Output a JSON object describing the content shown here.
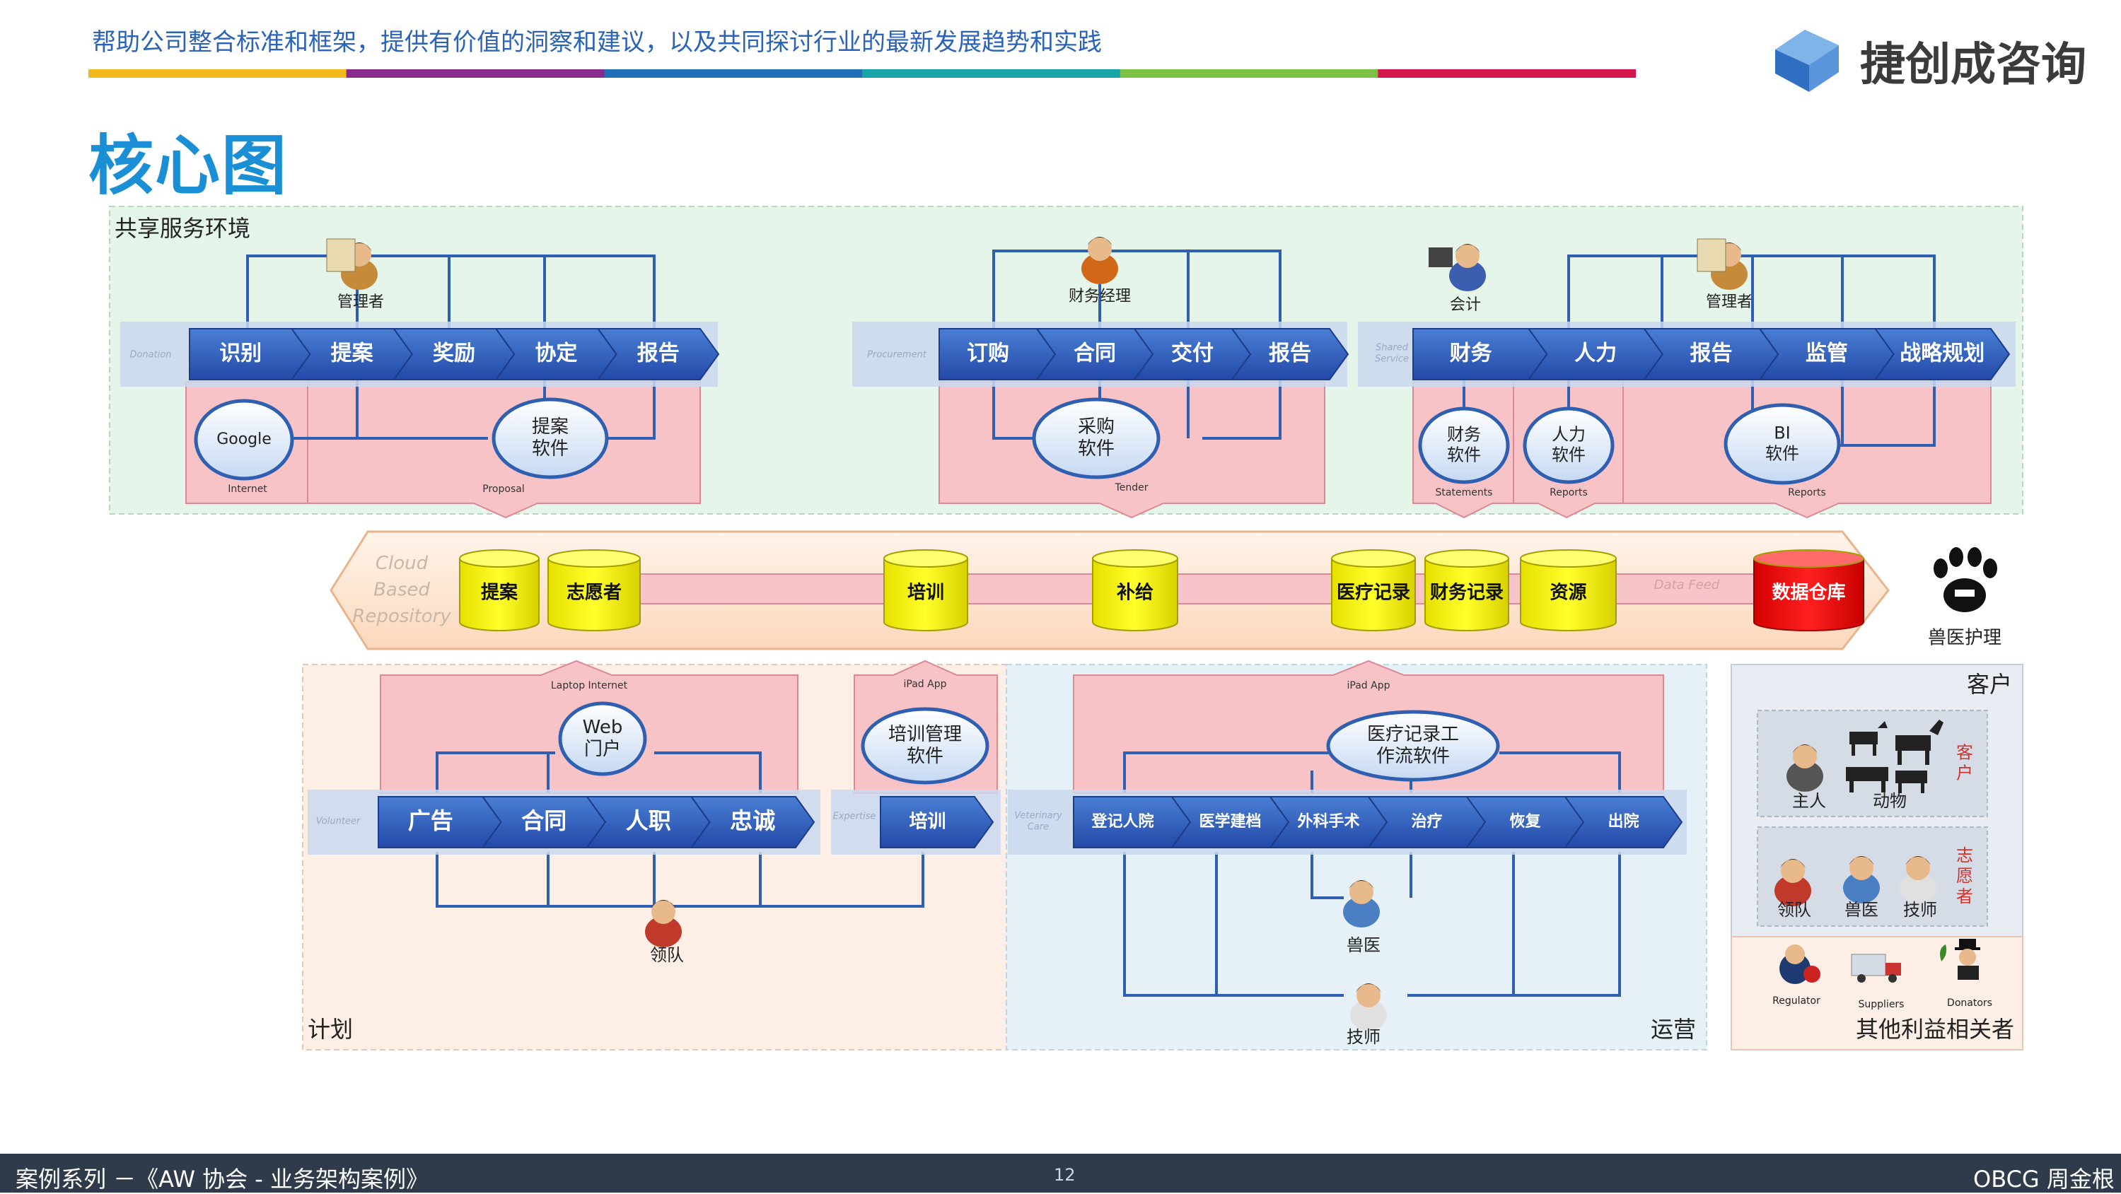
{
  "header": {
    "tagline": "帮助公司整合标准和框架，提供有价值的洞察和建议，以及共同探讨行业的最新发展趋势和实践",
    "logo_text": "捷创成咨询",
    "stripe_colors": [
      "#f2b81c",
      "#8a2a8f",
      "#1f6fb8",
      "#16a4a8",
      "#7cc242",
      "#d4164f"
    ]
  },
  "page_title": "核心图",
  "shared_env": {
    "label": "共享服务环境",
    "g1": {
      "role": "管理者",
      "band_label": "Donation",
      "chevrons": [
        "识别",
        "提案",
        "奖励",
        "协定",
        "报告"
      ],
      "ovals": [
        "Google",
        "提案\n软件"
      ],
      "sub_labels": [
        "Internet",
        "Proposal"
      ]
    },
    "g2": {
      "role": "财务经理",
      "band_label": "Procurement",
      "chevrons": [
        "订购",
        "合同",
        "交付",
        "报告"
      ],
      "oval": "采购\n软件",
      "sub_label": "Tender"
    },
    "g3": {
      "roles": [
        "会计",
        "管理者"
      ],
      "band_label": "Shared\nService",
      "chevrons": [
        "财务",
        "人力",
        "报告",
        "监管",
        "战略规划"
      ],
      "ovals": [
        "财务\n软件",
        "人力\n软件",
        "BI\n软件"
      ],
      "sub_labels": [
        "Statements",
        "Reports",
        "Reports"
      ]
    }
  },
  "repository": {
    "label": "Cloud\nBased\nRepository",
    "cylinders": [
      "提案",
      "志愿者",
      "培训",
      "补给",
      "医疗记录",
      "财务记录",
      "资源"
    ],
    "data_feed": "Data Feed",
    "warehouse": "数据仓库",
    "vet_care": "兽医护理"
  },
  "plan": {
    "label": "计划",
    "lane1": {
      "band_label": "Volunteer",
      "sub_label": "Laptop Internet",
      "oval": "Web\n门户",
      "chevrons": [
        "广告",
        "合同",
        "人职",
        "忠诚"
      ],
      "role": "领队"
    },
    "lane2": {
      "band_label": "Expertise",
      "sub_label": "iPad App",
      "oval": "培训管理\n软件",
      "chevron": "培训"
    }
  },
  "ops": {
    "label": "运营",
    "band_label": "Veterinary\nCare",
    "sub_label": "iPad App",
    "oval": "医疗记录工\n作流软件",
    "chevrons": [
      "登记人院",
      "医学建档",
      "外科手术",
      "治疗",
      "恢复",
      "出院"
    ],
    "roles": [
      "兽医",
      "技师"
    ]
  },
  "customers": {
    "label": "客户",
    "row1": {
      "items": [
        "主人",
        "动物"
      ],
      "side": "客\n户"
    },
    "row2": {
      "items": [
        "领队",
        "兽医",
        "技师"
      ],
      "side": "志\n愿\n者"
    },
    "stake_items": [
      "Regulator",
      "Suppliers",
      "Donators"
    ],
    "stake_label": "其他利益相关者"
  },
  "footer": {
    "left": "案例系列 －《AW 协会 - 业务架构案例》",
    "page": "12",
    "right": "OBCG 周金根"
  }
}
